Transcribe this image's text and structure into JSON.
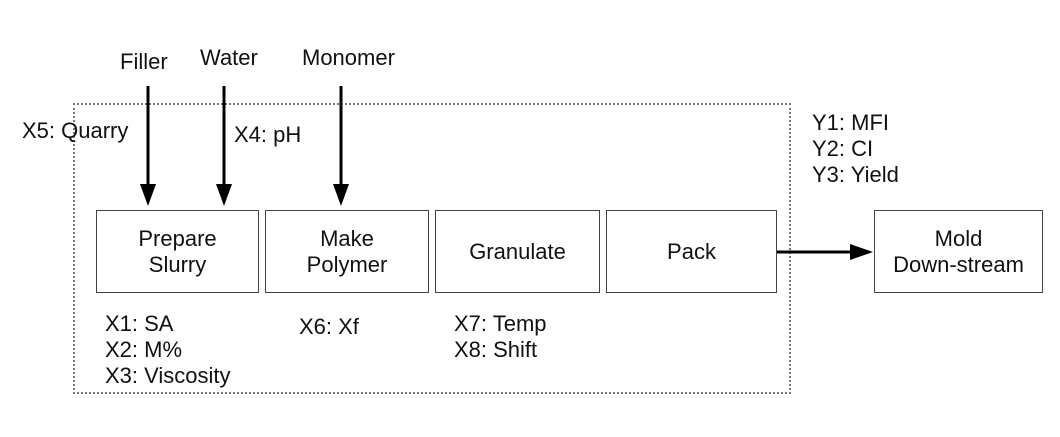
{
  "inputs": {
    "filler": "Filler",
    "water": "Water",
    "monomer": "Monomer"
  },
  "process_steps": {
    "prepare_slurry": [
      "Prepare",
      "Slurry"
    ],
    "make_polymer": [
      "Make",
      "Polymer"
    ],
    "granulate": [
      "Granulate"
    ],
    "pack": [
      "Pack"
    ]
  },
  "downstream": [
    "Mold",
    "Down-stream"
  ],
  "variables": {
    "x5": "X5: Quarry",
    "x4": "X4: pH",
    "prepare_slurry": [
      "X1: SA",
      "X2: M%",
      "X3: Viscosity"
    ],
    "make_polymer": [
      "X6: Xf"
    ],
    "granulate": [
      "X7: Temp",
      "X8: Shift"
    ]
  },
  "responses": [
    "Y1: MFI",
    "Y2: CI",
    "Y3: Yield"
  ],
  "colors": {
    "arrow": "#000000",
    "box_border": "#444444",
    "boundary": "#777777"
  }
}
